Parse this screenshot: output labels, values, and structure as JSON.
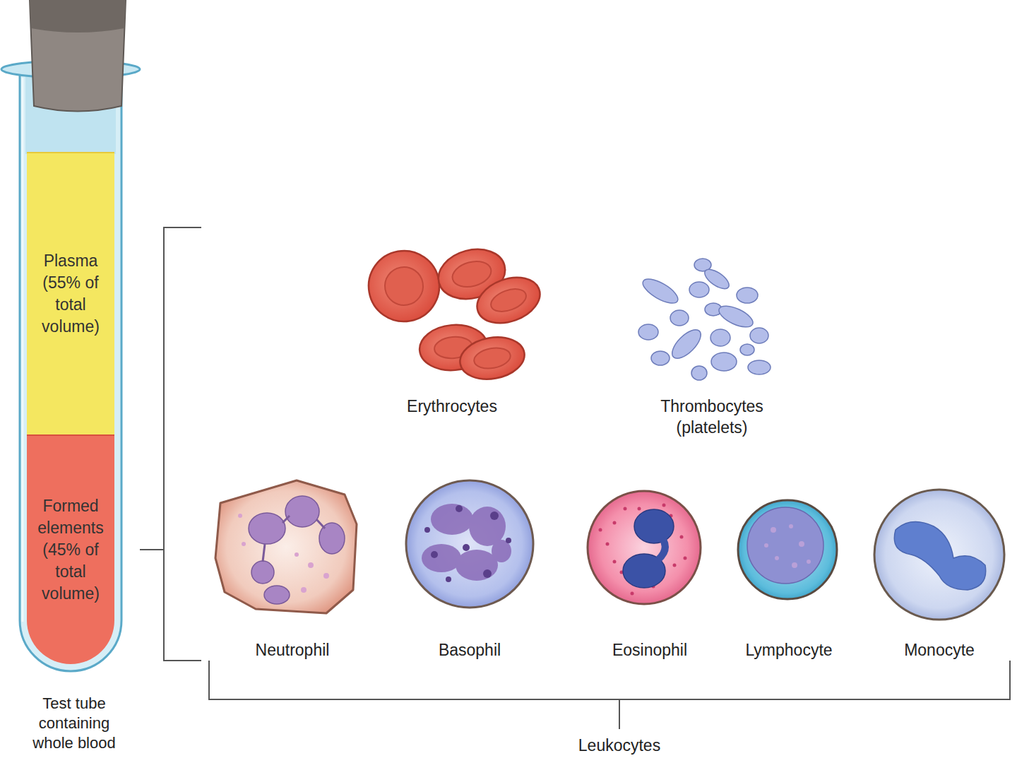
{
  "diagram": {
    "nodes": [
      {
        "text": [
          "Test tube containing whole blood"
        ]
      },
      {
        "text": [
          "Plasma (55% of total volume)"
        ],
        "in": 0
      },
      {
        "text": [
          "Formed elements (45% of total volume)"
        ],
        "in": 0
      }
    ],
    "labels": [
      "Erythrocytes",
      "Thrombocytes (platelets)",
      "Neutrophil",
      "Basophil",
      "Eosinophil",
      "Lymphocyte",
      "Monocyte",
      "Leukocytes"
    ]
  }
}
